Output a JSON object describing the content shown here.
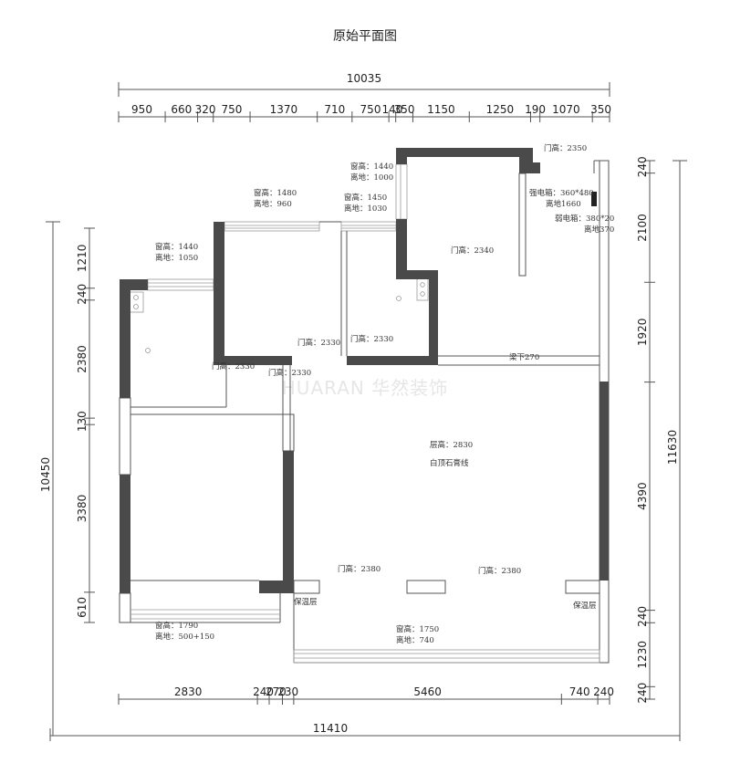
{
  "title": "原始平面图",
  "watermark": "HUARAN 华然装饰",
  "top_total": "10035",
  "top_segments": [
    "950",
    "660",
    "320",
    "750",
    "1370",
    "710",
    "750",
    "140",
    "350",
    "1150",
    "1250",
    "190",
    "1070",
    "350"
  ],
  "bottom_total": "11410",
  "bottom_segments": [
    "2830",
    "240",
    "270",
    "230",
    "5460",
    "740",
    "240"
  ],
  "left_total": "10450",
  "left_segments": [
    "1210",
    "240",
    "2380",
    "130",
    "3380",
    "610"
  ],
  "right_total": "11630",
  "right_segments": [
    "240",
    "2100",
    "1920",
    "4390",
    "240",
    "1230",
    "240"
  ],
  "annotations": {
    "win1_h": "窗高：1440",
    "win1_s": "离地：1000",
    "door_2350": "门高：2350",
    "win2_h": "窗高：1480",
    "win2_s": "离地：960",
    "win3_h": "窗高：1450",
    "win3_s": "离地：1030",
    "elec1": "强电箱：360*480",
    "elec1_s": "离地1660",
    "elec2": "弱电箱：380*20",
    "elec2_s": "离地370",
    "win4_h": "窗高：1440",
    "win4_s": "离地：1050",
    "door_2340": "门高：2340",
    "door_2330_a": "门高：2330",
    "door_2330_b": "门高：2330",
    "door_2330_c": "门高：2330",
    "door_2330_d": "门高：2330",
    "beam": "梁下270",
    "ceiling_h": "层高：2830",
    "ceiling_t": "白顶石膏线",
    "door_2380_a": "门高：2380",
    "door_2380_b": "门高：2380",
    "insul_l": "保温层",
    "insul_r": "保温层",
    "win5_h": "窗高：1790",
    "win5_s": "离地：500+150",
    "win6_h": "窗高：1750",
    "win6_s": "离地：740"
  }
}
